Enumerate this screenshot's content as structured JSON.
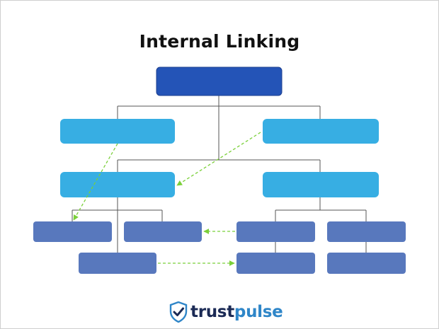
{
  "diagram": {
    "title": "Internal Linking",
    "colors": {
      "root": "#2454b7",
      "level1": "#37aee3",
      "level2": "#37aee3",
      "leaf": "#5878bd",
      "connector": "#555555",
      "link_arrow": "#7bd03a"
    }
  },
  "logo": {
    "brand": "trustpulse",
    "brand_part1": "trust",
    "brand_part2": "pulse",
    "icon": "shield-check-icon",
    "colors": {
      "primary": "#1b2a55",
      "accent": "#2f86c8"
    }
  }
}
